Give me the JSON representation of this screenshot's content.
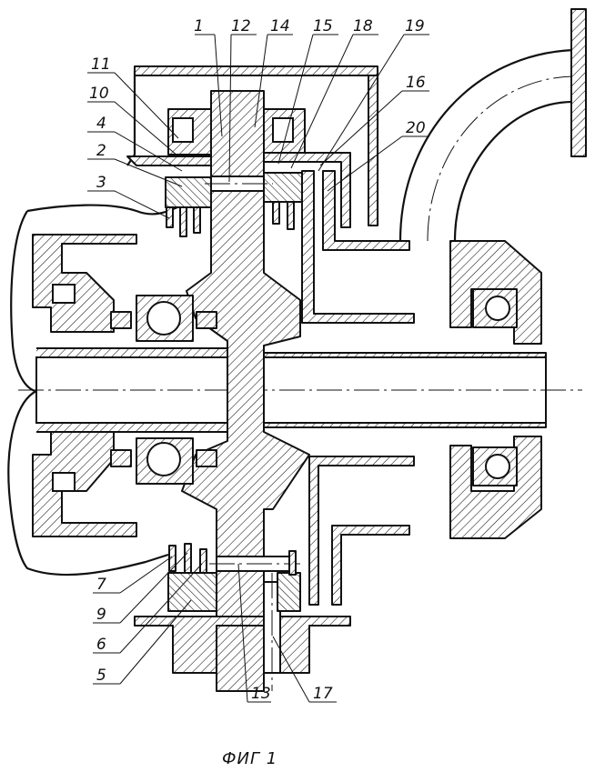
{
  "figure": {
    "caption": "ФИГ 1"
  },
  "callouts": {
    "top": [
      "1",
      "12",
      "14",
      "15",
      "18",
      "19"
    ],
    "left_top": [
      "11",
      "10",
      "4",
      "2",
      "3"
    ],
    "right_top": [
      "16",
      "20"
    ],
    "left_bottom": [
      "7",
      "9",
      "6",
      "5"
    ],
    "bottom": [
      "13",
      "17"
    ]
  }
}
